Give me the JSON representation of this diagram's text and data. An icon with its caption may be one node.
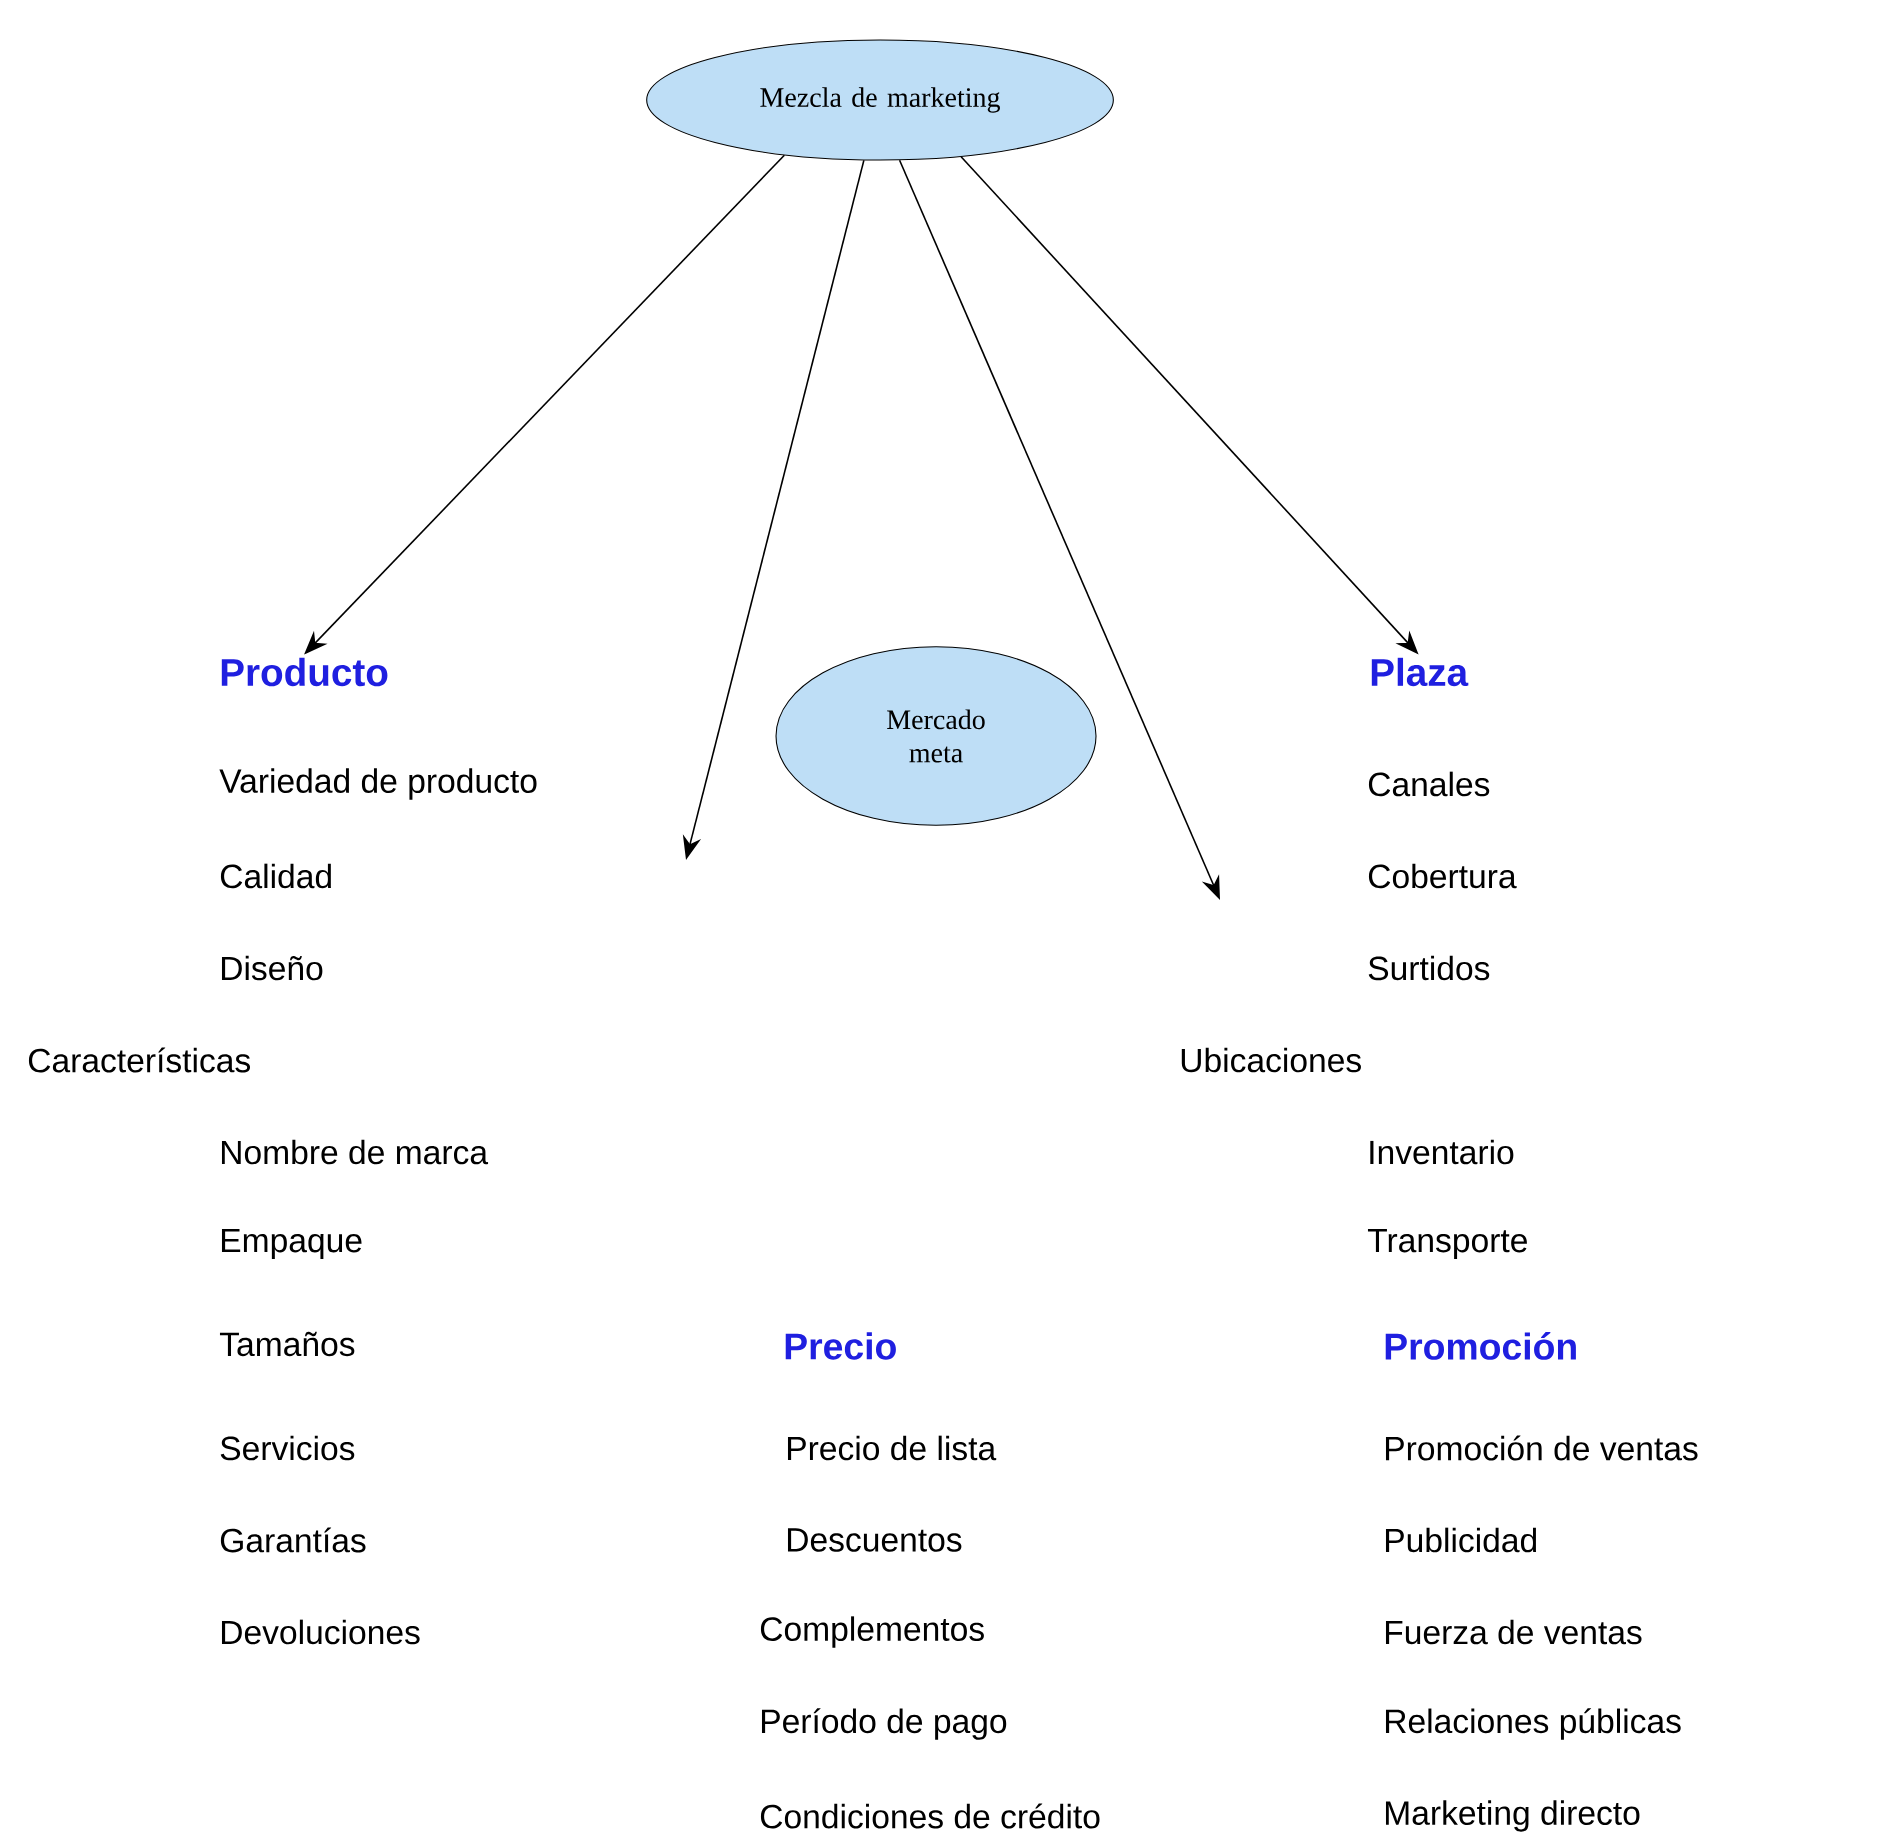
{
  "diagram": {
    "nodes": [
      {
        "text": [
          "Mezcla de marketing"
        ]
      },
      {
        "text": [
          "Mercado meta"
        ]
      },
      {
        "text": [
          "Producto"
        ]
      },
      {
        "text": [
          "Plaza"
        ]
      }
    ],
    "edges": [
      {
        "from": 0,
        "to": 2,
        "arrow": "to"
      },
      {
        "from": 0,
        "to": null,
        "arrow": "to"
      },
      {
        "from": 0,
        "to": null,
        "arrow": "to"
      },
      {
        "from": 0,
        "to": 3,
        "arrow": "to"
      }
    ],
    "labels": [
      "Variedad de producto",
      "Canales",
      "Calidad",
      "Cobertura",
      "Diseño",
      "Surtidos",
      "Características",
      "Ubicaciones",
      "Nombre de marca",
      "Inventario",
      "Empaque",
      "Transporte",
      "Tamaños",
      "Precio",
      "Promoción",
      "Servicios",
      "Precio de lista",
      "Promoción de ventas",
      "Garantías",
      "Descuentos",
      "Publicidad",
      "Devoluciones",
      "Complementos",
      "Fuerza de ventas",
      "Período de pago",
      "Relaciones públicas",
      "Condiciones de crédito",
      "Marketing directo"
    ]
  }
}
